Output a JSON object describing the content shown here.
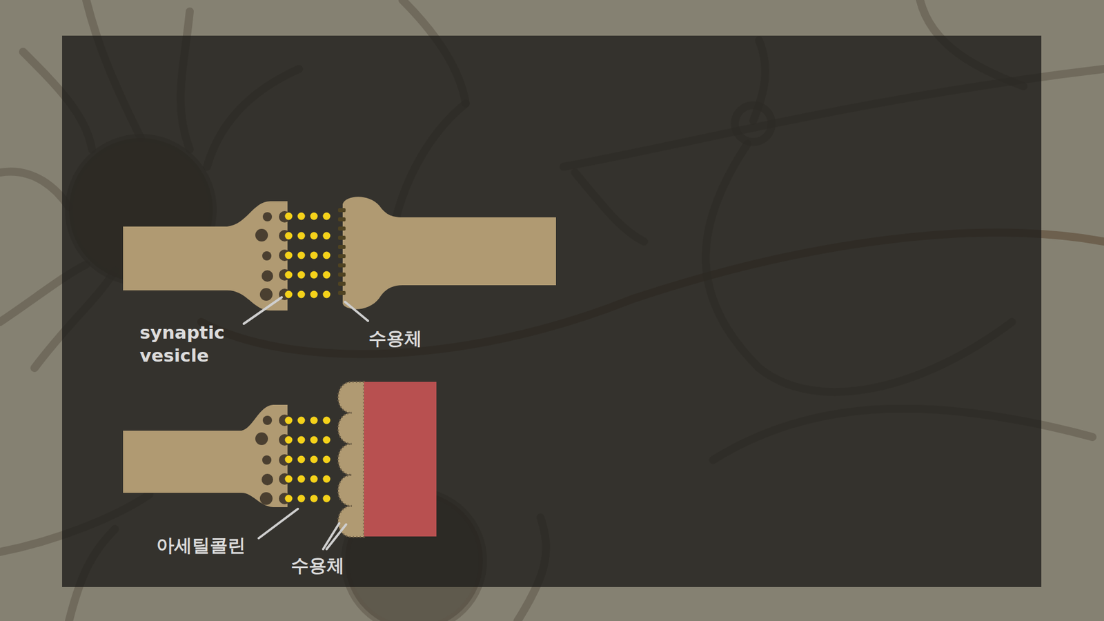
{
  "diagram": {
    "labels": [
      "synaptic vesicle",
      "수용체",
      "아세틸콜린",
      "수용체"
    ]
  }
}
